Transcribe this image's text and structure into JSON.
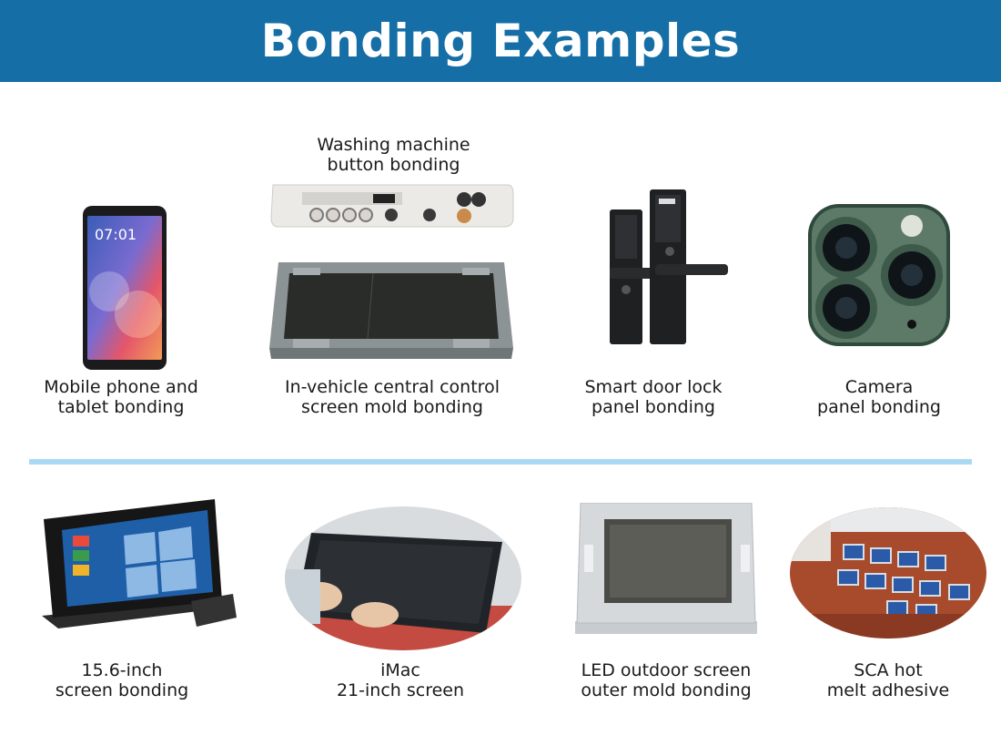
{
  "title": "Bonding Examples",
  "items": [
    {
      "line1": "Mobile phone and",
      "line2": "tablet bonding",
      "icon": "mobile-phone-icon"
    },
    {
      "line1": "Washing machine",
      "line2": "button bonding",
      "icon": "washing-machine-panel-icon"
    },
    {
      "line1": "In-vehicle central control",
      "line2": "screen mold bonding",
      "icon": "vehicle-screen-mold-icon"
    },
    {
      "line1": "Smart door lock",
      "line2": "panel bonding",
      "icon": "door-lock-icon"
    },
    {
      "line1": "Camera",
      "line2": "panel bonding",
      "icon": "camera-panel-icon"
    },
    {
      "line1": "15.6-inch",
      "line2": "screen bonding",
      "icon": "portable-monitor-icon"
    },
    {
      "line1": "iMac",
      "line2": "21-inch screen",
      "icon": "imac-screen-icon"
    },
    {
      "line1": "LED outdoor screen",
      "line2": "outer mold bonding",
      "icon": "led-screen-mold-icon"
    },
    {
      "line1": "SCA hot",
      "line2": "melt adhesive",
      "icon": "hot-melt-tray-icon"
    }
  ],
  "colors": {
    "header": "#156ea6",
    "divider": "#a9daf3",
    "text": "#1a1a1a"
  }
}
